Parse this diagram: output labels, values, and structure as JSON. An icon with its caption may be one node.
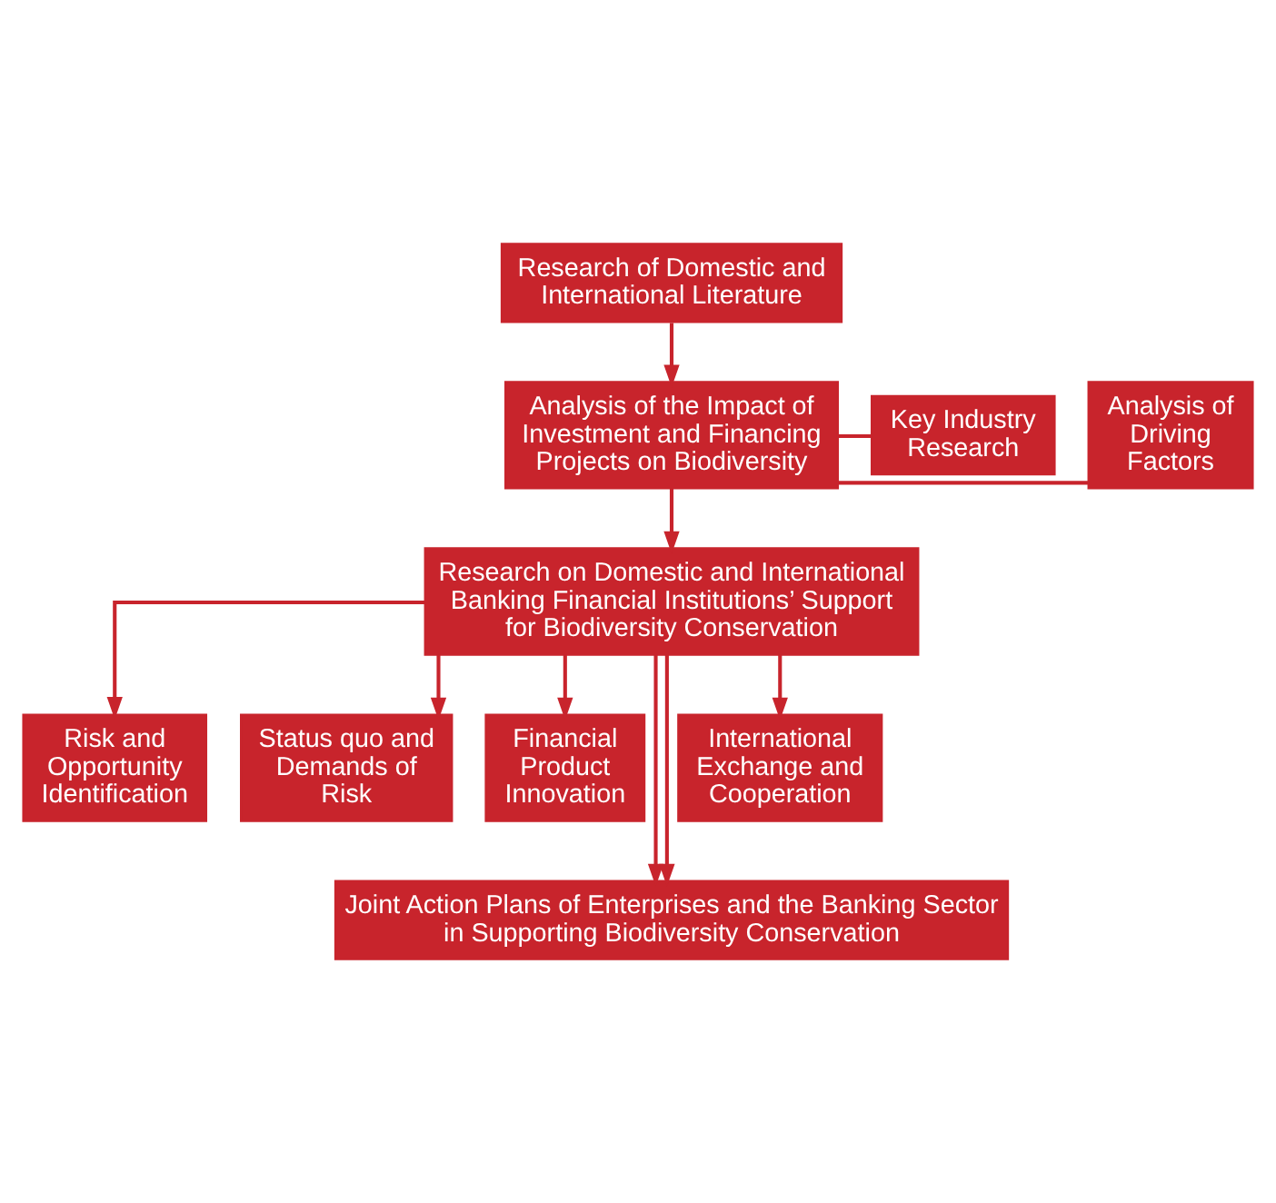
{
  "diagram": {
    "nodes": [
      {
        "text": [
          "Research of Domestic and International Literature"
        ]
      },
      {
        "text": [
          "Analysis of the Impact of Investment and Financing Projects on Biodiversity"
        ]
      },
      {
        "text": [
          "Analysis of Driving Factors"
        ]
      },
      {
        "text": [
          "Key Industry Research"
        ]
      },
      {
        "text": [
          "Research on Domestic and International Banking Financial Institutions’ Support for Biodiversity Conservation"
        ]
      },
      {
        "text": [
          "Risk and Opportunity Identification"
        ]
      },
      {
        "text": [
          "Status quo and Demands of Risk"
        ]
      },
      {
        "text": [
          "Financial Product Innovation"
        ]
      },
      {
        "text": [
          "International Exchange and Cooperation"
        ]
      },
      {
        "text": [
          "Joint Action Plans of Enterprises and the Banking Sector in Supporting Biodiversity Conservation"
        ]
      }
    ],
    "edges": [
      {
        "from": 0,
        "to": 1,
        "arrow": "to"
      },
      {
        "from": 1,
        "to": 2,
        "arrow": "none"
      },
      {
        "from": 1,
        "to": 3,
        "arrow": "none"
      },
      {
        "from": 1,
        "to": 4,
        "arrow": "to"
      },
      {
        "from": 4,
        "to": 5,
        "arrow": "to"
      },
      {
        "from": 4,
        "to": 6,
        "arrow": "to"
      },
      {
        "from": 4,
        "to": 7,
        "arrow": "to"
      },
      {
        "from": 4,
        "to": 8,
        "arrow": "to"
      },
      {
        "from": 4,
        "to": 9,
        "arrow": "to"
      },
      {
        "from": 4,
        "to": 9,
        "arrow": "to"
      }
    ]
  }
}
